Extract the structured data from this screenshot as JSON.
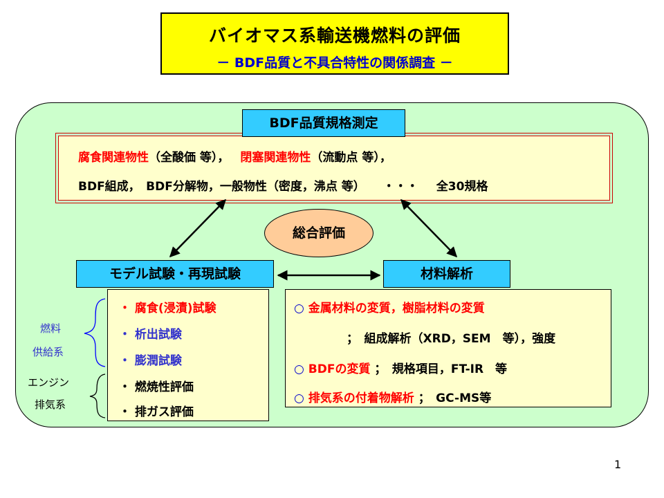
{
  "title": {
    "main": "バイオマス系輸送機燃料の評価",
    "sub": "－ BDF品質と不具合特性の関係調査 －"
  },
  "bdf_spec": {
    "header": "BDF品質規格測定",
    "line1": {
      "corrosion_label": "腐食関連物性",
      "corrosion_note": "（全酸価 等），",
      "clogging_label": "閉塞関連物性",
      "clogging_note": "（流動点 等），"
    },
    "line2": {
      "text": "BDF組成，　BDF分解物，一般物性（密度，沸点 等）",
      "ellipsis": "・・・",
      "total": "全30規格"
    }
  },
  "center_label": "総合評価",
  "model_tests": {
    "header": "モデル試験・再現試験",
    "items": [
      "・ 腐食(浸漬)試験",
      "・ 析出試験",
      "・ 膨潤試験",
      "・ 燃焼性評価",
      "・ 排ガス評価"
    ]
  },
  "material_analysis": {
    "header": "材料解析",
    "bullet": "○",
    "line1": "金属材料の変質，樹脂材料の変質",
    "line2": "；　組成解析（XRD，SEM　等），強度",
    "line3_label": "BDFの変質",
    "line3_rest": "；　規格項目，FT-IR　等",
    "line4_label": "排気系の付着物解析",
    "line4_rest": "；　GC-MS等"
  },
  "side_labels": {
    "fuel_supply_1": "燃料",
    "fuel_supply_2": "供給系",
    "engine_exhaust_1": "エンジン",
    "engine_exhaust_2": "排気系"
  },
  "page_number": "1",
  "colors": {
    "title_bg": "#ffff00",
    "panel_bg": "#ccffcc",
    "header_bg": "#33ccff",
    "box_bg": "#ffffcc",
    "ellipse_bg": "#ffcc99",
    "accent_red": "#ff0000",
    "accent_blue": "#3333cc"
  }
}
